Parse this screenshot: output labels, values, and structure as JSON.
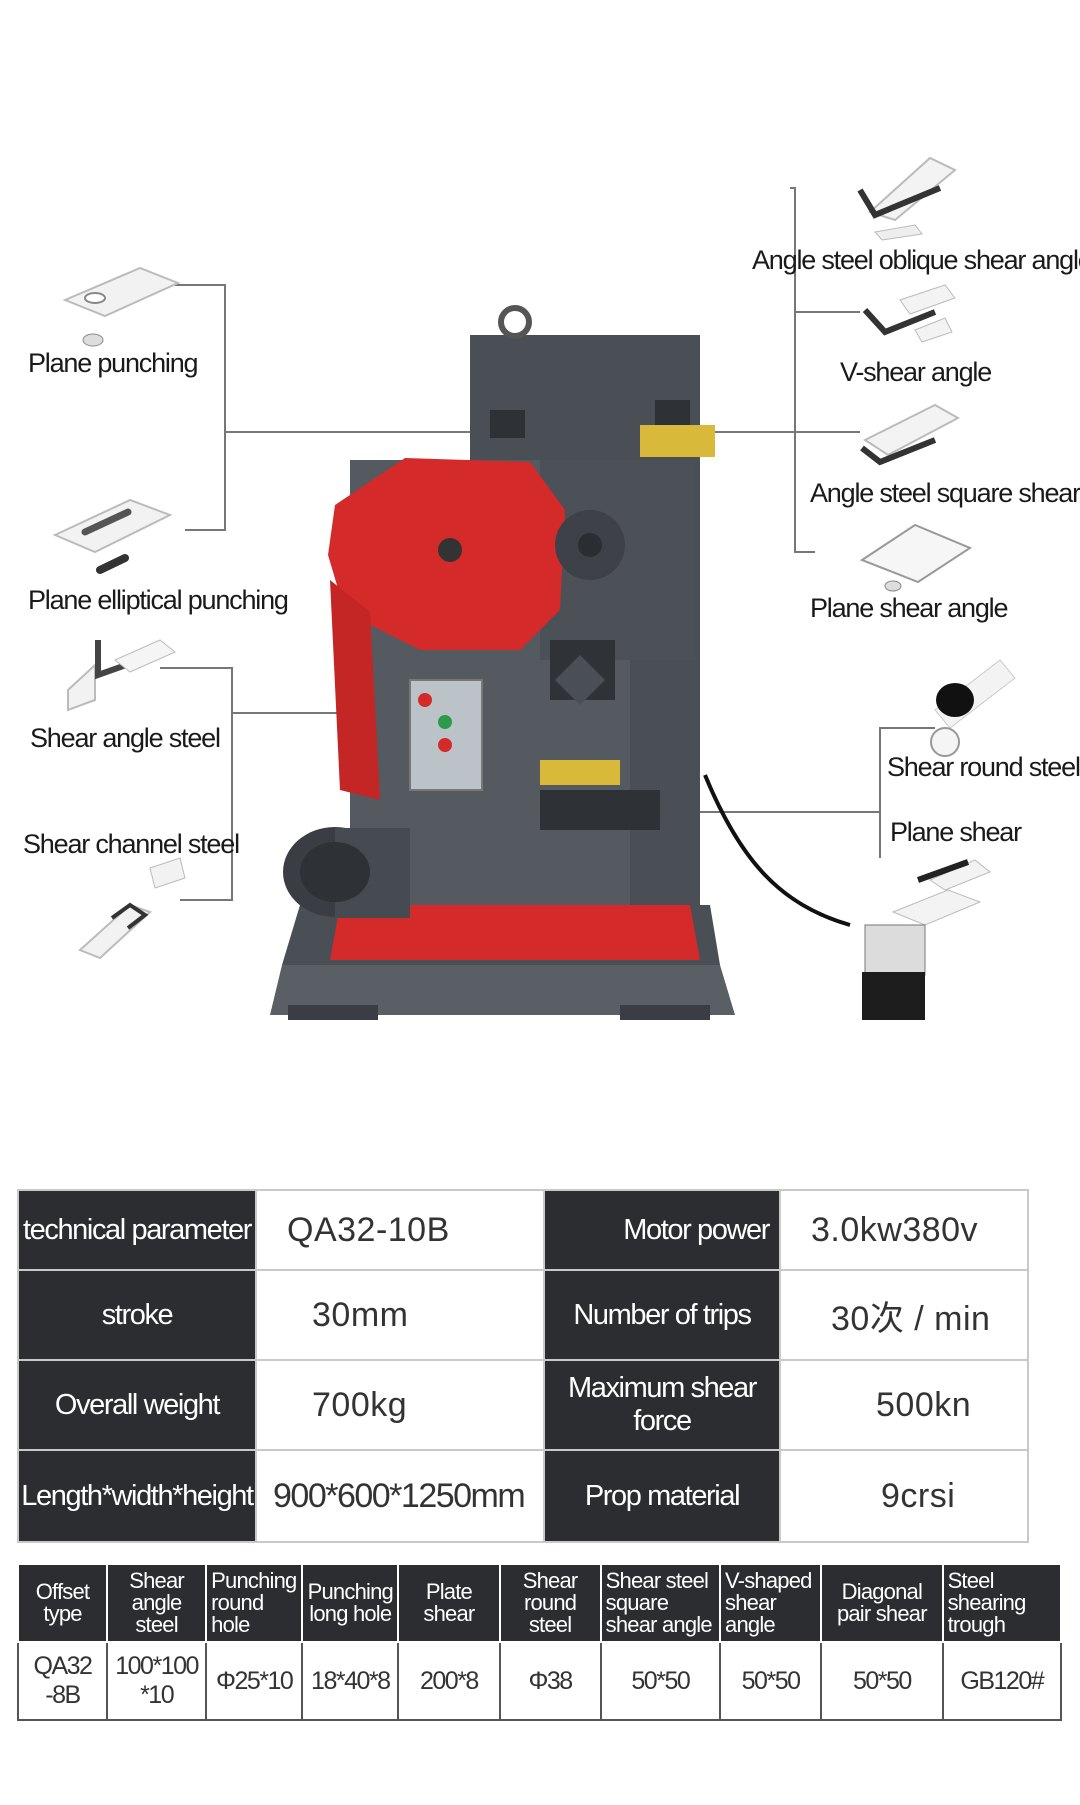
{
  "callouts": {
    "plane_punching": "Plane punching",
    "plane_elliptical_punching": "Plane elliptical punching",
    "shear_angle_steel": "Shear angle steel",
    "shear_channel_steel": "Shear channel steel",
    "angle_steel_oblique": "Angle steel oblique shear angle",
    "v_shear_angle": "V-shear angle",
    "angle_steel_square": "Angle steel square shears",
    "plane_shear_angle": "Plane shear angle",
    "shear_round_steel": "Shear round steel",
    "plane_shear": "Plane shear"
  },
  "spec_table": [
    {
      "k1": "technical parameter",
      "v1": "QA32-10B",
      "k2": "Motor power",
      "v2": "3.0kw380v"
    },
    {
      "k1": "stroke",
      "v1": "30mm",
      "k2": "Number of trips",
      "v2": "30次 / min"
    },
    {
      "k1": "Overall weight",
      "v1": "700kg",
      "k2": "Maximum shear force",
      "v2": "500kn"
    },
    {
      "k1": "Length*width*height",
      "v1": "900*600*1250mm",
      "k2": "Prop material",
      "v2": "9crsi"
    }
  ],
  "cap_table": {
    "headers": [
      [
        "Offset",
        "type"
      ],
      [
        "Shear",
        "angle",
        "steel"
      ],
      [
        "Punching",
        "round",
        "hole"
      ],
      [
        "Punching",
        "long hole"
      ],
      [
        "Plate",
        "shear"
      ],
      [
        "Shear",
        "round",
        "steel"
      ],
      [
        "Shear steel",
        "square",
        "shear angle"
      ],
      [
        "V-shaped",
        "shear",
        "angle"
      ],
      [
        "Diagonal",
        "pair shear"
      ],
      [
        "Steel",
        "shearing",
        "trough"
      ]
    ],
    "row": [
      [
        "QA32",
        "-8B"
      ],
      [
        "100*100",
        "*10"
      ],
      [
        "Φ25*10"
      ],
      [
        "18*40*8"
      ],
      [
        "200*8"
      ],
      [
        "Φ38"
      ],
      [
        "50*50"
      ],
      [
        "50*50"
      ],
      [
        "50*50"
      ],
      [
        "GB120#"
      ]
    ]
  },
  "colors": {
    "machine_body": "#4a4f55",
    "machine_red": "#d42a2a",
    "table_dark": "#2b2d31"
  }
}
